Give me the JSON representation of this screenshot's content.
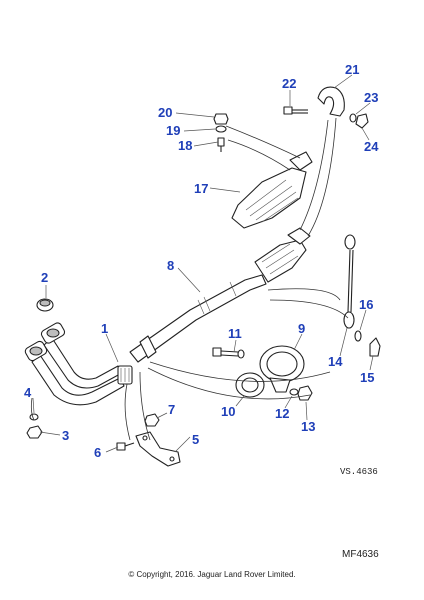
{
  "diagram": {
    "drawing_code": "VS.4636",
    "figure_id": "MF4636",
    "copyright": "© Copyright, 2016. Jaguar Land Rover Limited.",
    "callouts": [
      "1",
      "2",
      "3",
      "4",
      "5",
      "6",
      "7",
      "8",
      "9",
      "10",
      "11",
      "12",
      "13",
      "14",
      "15",
      "16",
      "17",
      "18",
      "19",
      "20",
      "21",
      "22",
      "23",
      "24"
    ],
    "callout_color": "#1f3fb8"
  }
}
